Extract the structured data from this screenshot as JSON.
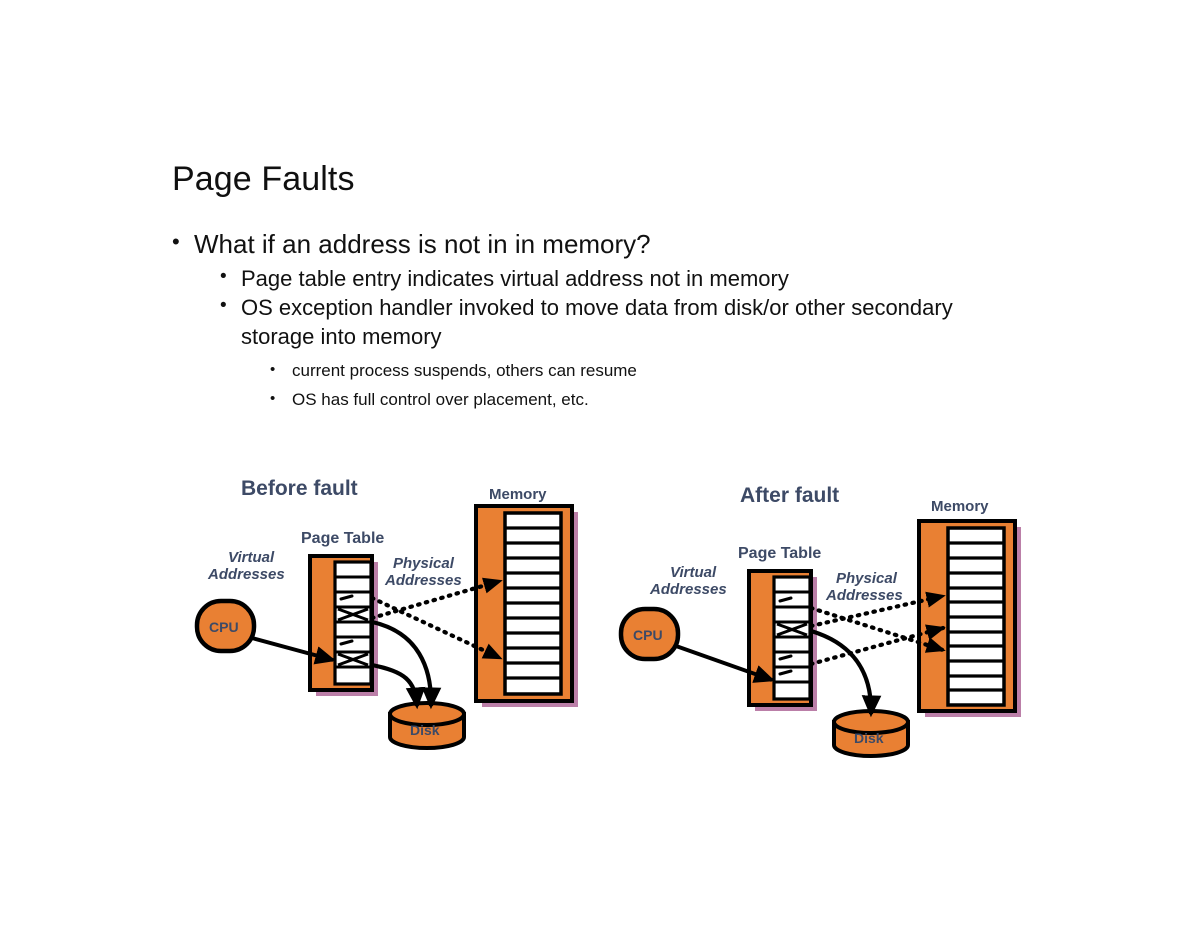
{
  "slide": {
    "title": "Page Faults",
    "bullets": [
      {
        "level": 1,
        "marker": "•",
        "text": "What if an address is not in in memory?"
      },
      {
        "level": 2,
        "marker": "•",
        "text": "Page table entry indicates virtual address not in memory"
      },
      {
        "level": 2,
        "marker": "•",
        "text": "OS exception handler invoked to move data from disk/or other secondary storage into memory"
      },
      {
        "level": 3,
        "marker": "•",
        "text": "current process suspends, others can resume"
      },
      {
        "level": 3,
        "marker": "•",
        "text": "OS has full control over placement, etc."
      }
    ]
  },
  "colors": {
    "orange_fill": "#E98033",
    "outline_black": "#000000",
    "shadow_purple": "#BB7FA8",
    "label_slate": "#3D4A66",
    "cell_white": "#FFFFFF",
    "page_background": "#FFFFFF"
  },
  "diagram": {
    "before": {
      "caption": "Before fault",
      "page_table_label": "Page Table",
      "memory_label": "Memory",
      "virtual_addresses_label": "Virtual\nAddresses",
      "virtual_addresses_line1": "Virtual",
      "virtual_addresses_line2": "Addresses",
      "physical_addresses_line1": "Physical",
      "physical_addresses_line2": "Addresses",
      "cpu_label": "CPU",
      "disk_label": "Disk",
      "page_table_entries": 8,
      "page_table_invalid_entries": [
        2,
        5
      ],
      "memory_cells": 12,
      "dotted_arrows_to_memory": 2,
      "solid_arrows_to_disk": 2
    },
    "after": {
      "caption": "After fault",
      "page_table_label": "Page Table",
      "memory_label": "Memory",
      "virtual_addresses_line1": "Virtual",
      "virtual_addresses_line2": "Addresses",
      "physical_addresses_line1": "Physical",
      "physical_addresses_line2": "Addresses",
      "cpu_label": "CPU",
      "disk_label": "Disk",
      "page_table_entries": 8,
      "page_table_invalid_entries": [
        3
      ],
      "memory_cells": 12,
      "dotted_arrows_to_memory": 3,
      "solid_arrows_to_disk": 1
    }
  }
}
